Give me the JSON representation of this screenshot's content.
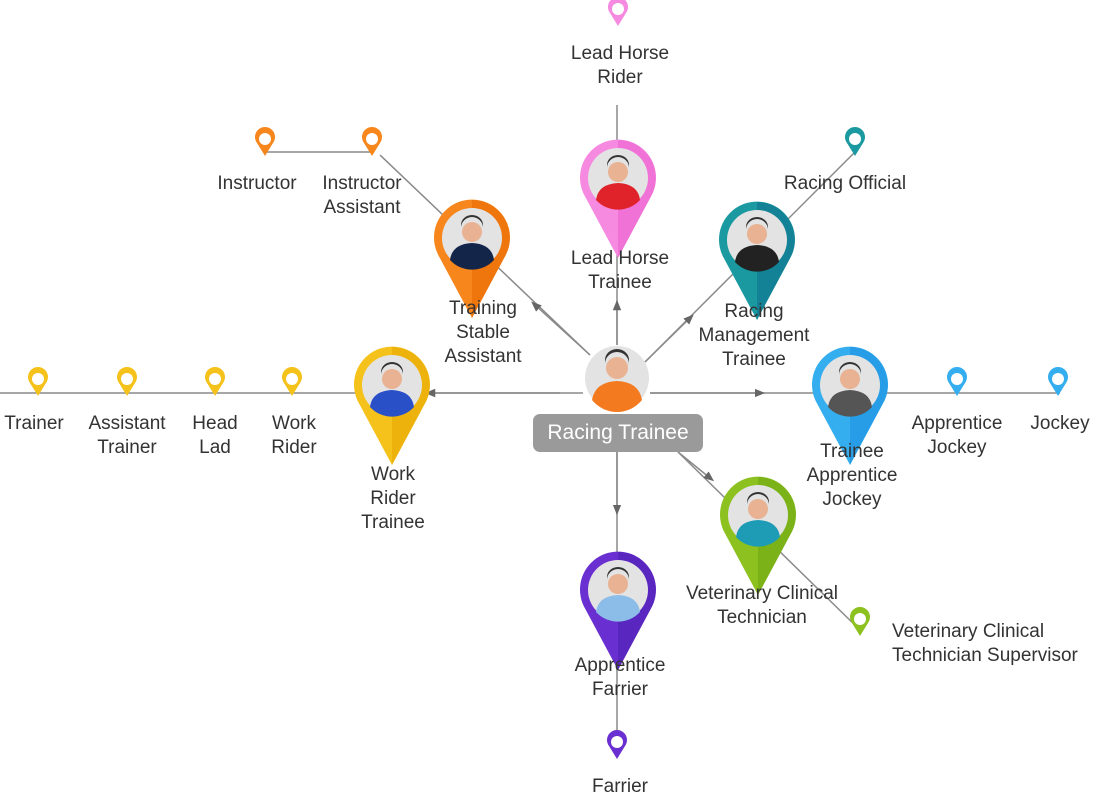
{
  "title": "Racing Trainee career pathways",
  "center": {
    "label": "Racing Trainee",
    "icon": "person-orange-shirt-icon",
    "colors": {
      "badge": "#9a9a9a",
      "shirt": "#f47a20",
      "circle": "#e3e3e3"
    }
  },
  "branches": [
    {
      "id": "work-rider",
      "trainee": {
        "label": "Work\nRider\nTrainee",
        "icon": "worker-helmet-icon"
      },
      "color": "#f5c21b",
      "color_dark": "#e6a800",
      "destinations": [
        "Work\nRider",
        "Head\nLad",
        "Assistant\nTrainer",
        "Trainer"
      ]
    },
    {
      "id": "training-stable",
      "trainee": {
        "label": "Training\nStable\nAssistant",
        "icon": "stable-assistant-icon"
      },
      "color": "#f7861c",
      "color_dark": "#e86a00",
      "destinations": [
        "Instructor\nAssistant",
        "Instructor"
      ]
    },
    {
      "id": "lead-horse",
      "trainee": {
        "label": "Lead Horse\nTrainee",
        "icon": "rider-helmet-icon"
      },
      "color": "#f58ae0",
      "color_dark": "#ec5fcf",
      "destinations": [
        "Lead Horse\nRider"
      ]
    },
    {
      "id": "racing-management",
      "trainee": {
        "label": "Racing\nManagement\nTrainee",
        "icon": "businessman-icon"
      },
      "color": "#1a9aa0",
      "color_dark": "#0f6f8e",
      "destinations": [
        "Racing Official"
      ]
    },
    {
      "id": "apprentice-jockey",
      "trainee": {
        "label": "Trainee\nApprentice\nJockey",
        "icon": "jockey-icon"
      },
      "color": "#35aef0",
      "color_dark": "#1c8fe0",
      "destinations": [
        "Apprentice\nJockey",
        "Jockey"
      ]
    },
    {
      "id": "veterinary",
      "trainee": {
        "label": "Veterinary Clinical\nTechnician",
        "icon": "vet-technician-icon"
      },
      "color": "#8cc11f",
      "color_dark": "#6ea512",
      "destinations": [
        "Veterinary Clinical\nTechnician Supervisor"
      ]
    },
    {
      "id": "farrier",
      "trainee": {
        "label": "Apprentice\nFarrier",
        "icon": "farrier-icon"
      },
      "color": "#6a2fd0",
      "color_dark": "#4a1fb0",
      "destinations": [
        "Farrier"
      ]
    }
  ]
}
